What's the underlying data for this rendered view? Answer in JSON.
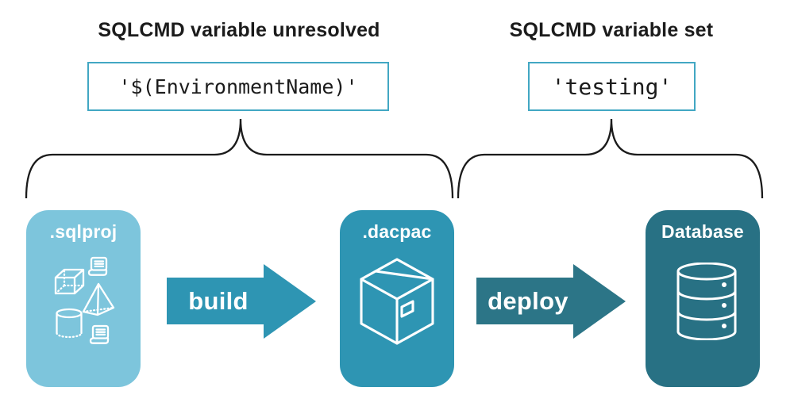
{
  "annotations": {
    "unresolved": {
      "heading": "SQLCMD variable unresolved",
      "code": "'$(EnvironmentName)'"
    },
    "set": {
      "heading": "SQLCMD variable set",
      "code": "'testing'"
    }
  },
  "pipeline": {
    "nodes": [
      {
        "label": ".sqlproj",
        "icon": "sql-project-objects-icon",
        "color": "#7dc5dc"
      },
      {
        "label": ".dacpac",
        "icon": "package-box-icon",
        "color": "#2e95b3"
      },
      {
        "label": "Database",
        "icon": "database-cylinder-icon",
        "color": "#287184"
      }
    ],
    "arrows": [
      {
        "label": "build",
        "color": "#2e95b3"
      },
      {
        "label": "deploy",
        "color": "#2c7587"
      }
    ]
  },
  "colors": {
    "background": "#ffffff",
    "text": "#1b1b1b",
    "code_box_border": "#42a7c3",
    "brace": "#1b1b1b",
    "node_label": "#ffffff",
    "icon_stroke": "#ffffff"
  }
}
